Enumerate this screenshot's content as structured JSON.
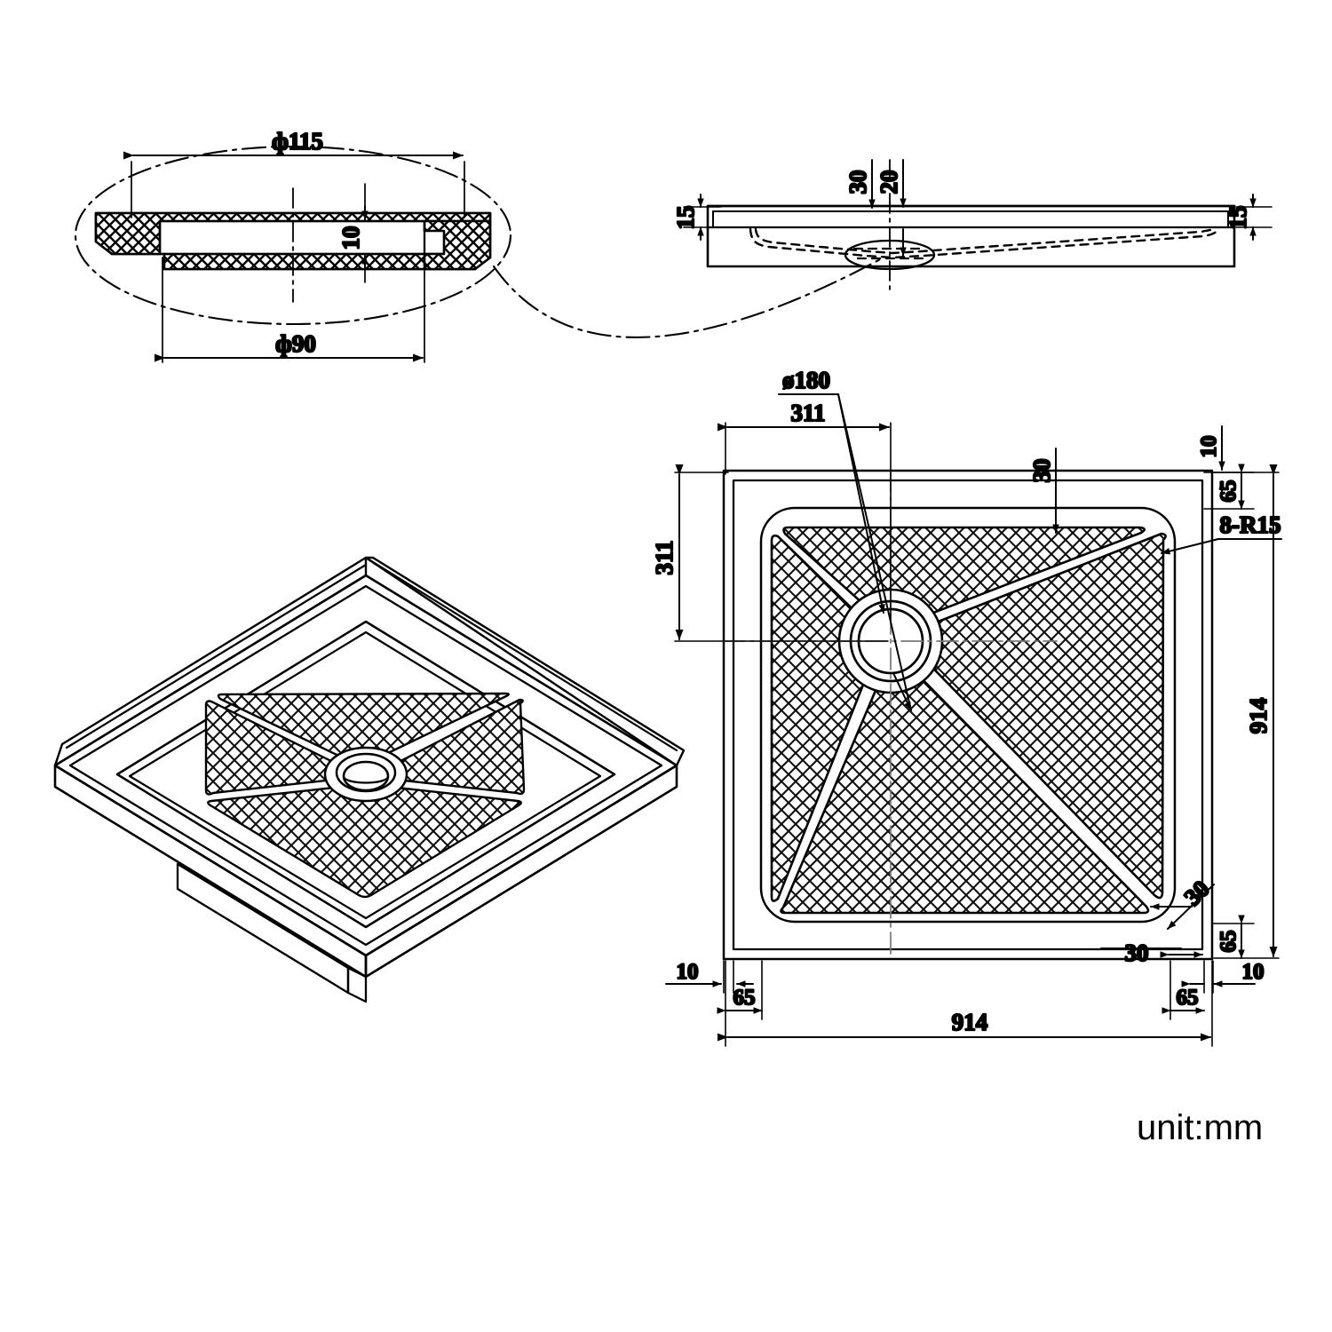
{
  "drawing": {
    "title": "Shower Base Technical Drawing",
    "unit_note": "unit:mm",
    "views": {
      "detail": {
        "name": "drain-flange-detail",
        "dims": {
          "outer_dia": "ф115",
          "inner_dia": "ф90",
          "thickness": "10"
        }
      },
      "elevation": {
        "name": "side-elevation",
        "dims": {
          "left_lip": "15",
          "center_depth": "30",
          "drain_drop": "20",
          "right_lip": "15"
        }
      },
      "plan": {
        "name": "top-plan-view",
        "dims": {
          "drain_dia": "ø180",
          "center_offset_x": "311",
          "center_offset_y": "311",
          "overall_width": "914",
          "overall_height": "914",
          "spoke_width_top": "30",
          "spoke_width_corner": "30",
          "pad_inset_corner": "30",
          "wall_thickness_tl": "10",
          "wall_thickness_tr": "10",
          "wall_thickness_bl": "10",
          "wall_thickness_br": "10",
          "flange_tr": "65",
          "flange_br": "65",
          "flange_bl": "65",
          "flange_bl2": "65",
          "corner_radius_note": "8-R15"
        }
      },
      "isometric": {
        "name": "isometric-view"
      }
    }
  },
  "colors": {
    "line": "#000000",
    "background": "#ffffff"
  }
}
